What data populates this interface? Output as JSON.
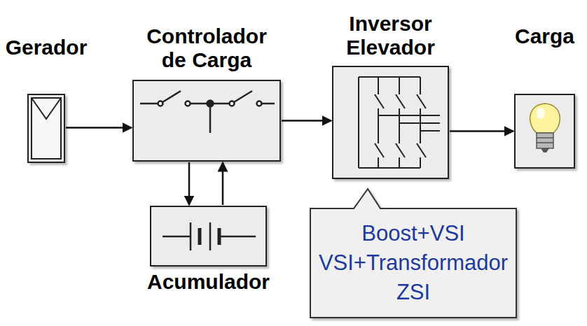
{
  "diagram": {
    "nodes": [
      {
        "text": [
          "Gerador"
        ]
      },
      {
        "text": [
          "Controlador de Carga"
        ]
      },
      {
        "text": [
          "Inversor Elevador"
        ]
      },
      {
        "text": [
          "Carga"
        ]
      },
      {
        "text": [
          "Acumulador"
        ]
      },
      {
        "text": [
          "Boost+VSI",
          "VSI+Transformador",
          "ZSI"
        ]
      }
    ],
    "edges": [
      {
        "from": 0,
        "to": 1,
        "arrow": "to"
      },
      {
        "from": 1,
        "to": 2,
        "arrow": "to"
      },
      {
        "from": 2,
        "to": 3,
        "arrow": "to"
      },
      {
        "from": 1,
        "to": 4,
        "arrow": "to"
      },
      {
        "from": 4,
        "to": 1,
        "arrow": "to"
      }
    ]
  }
}
